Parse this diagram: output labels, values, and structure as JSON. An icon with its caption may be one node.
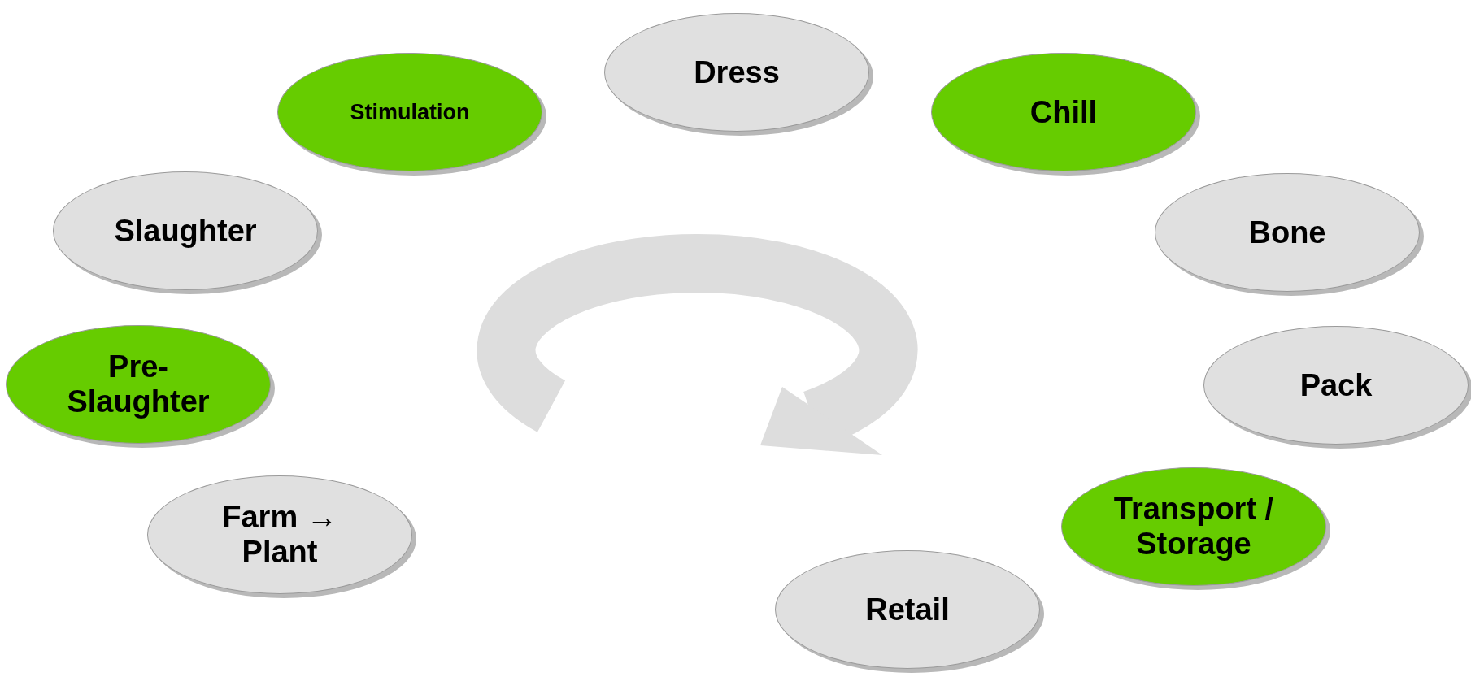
{
  "diagram": {
    "nodes": [
      {
        "text": [
          "Dress"
        ]
      },
      {
        "text": [
          "Stimulation"
        ]
      },
      {
        "text": [
          "Chill"
        ]
      },
      {
        "text": [
          "Slaughter"
        ]
      },
      {
        "text": [
          "Bone"
        ]
      },
      {
        "text": [
          "Pre-Slaughter"
        ]
      },
      {
        "text": [
          "Pack"
        ]
      },
      {
        "text": [
          "Transport / Storage"
        ]
      },
      {
        "text": [
          "Farm → Plant"
        ]
      },
      {
        "text": [
          "Retail"
        ]
      }
    ]
  }
}
